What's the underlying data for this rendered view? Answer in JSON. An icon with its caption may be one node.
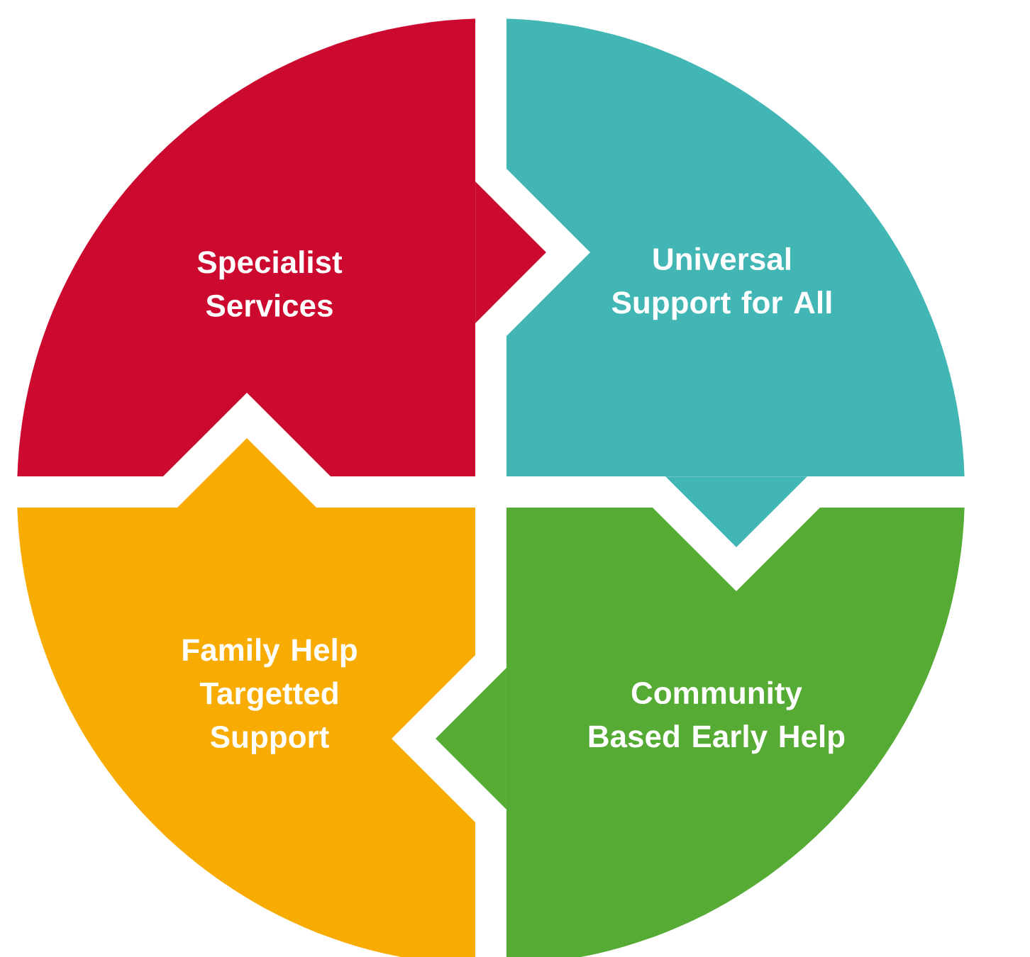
{
  "diagram": {
    "nodes": [
      {
        "text": [
          "Specialist Services"
        ]
      },
      {
        "text": [
          "Universal Support for All"
        ]
      },
      {
        "text": [
          "Community Based Early Help"
        ]
      },
      {
        "text": [
          "Family Help Targetted Support"
        ]
      }
    ],
    "edges": [
      {
        "from": 0,
        "to": 1,
        "arrow": "to",
        "color": "#cc0a2f"
      },
      {
        "from": 1,
        "to": 2,
        "arrow": "to",
        "color": "#42b6b4"
      },
      {
        "from": 2,
        "to": 3,
        "arrow": "to",
        "color": "#55ab33"
      },
      {
        "from": 3,
        "to": 0,
        "arrow": "to",
        "color": "#f8ab00"
      }
    ]
  }
}
